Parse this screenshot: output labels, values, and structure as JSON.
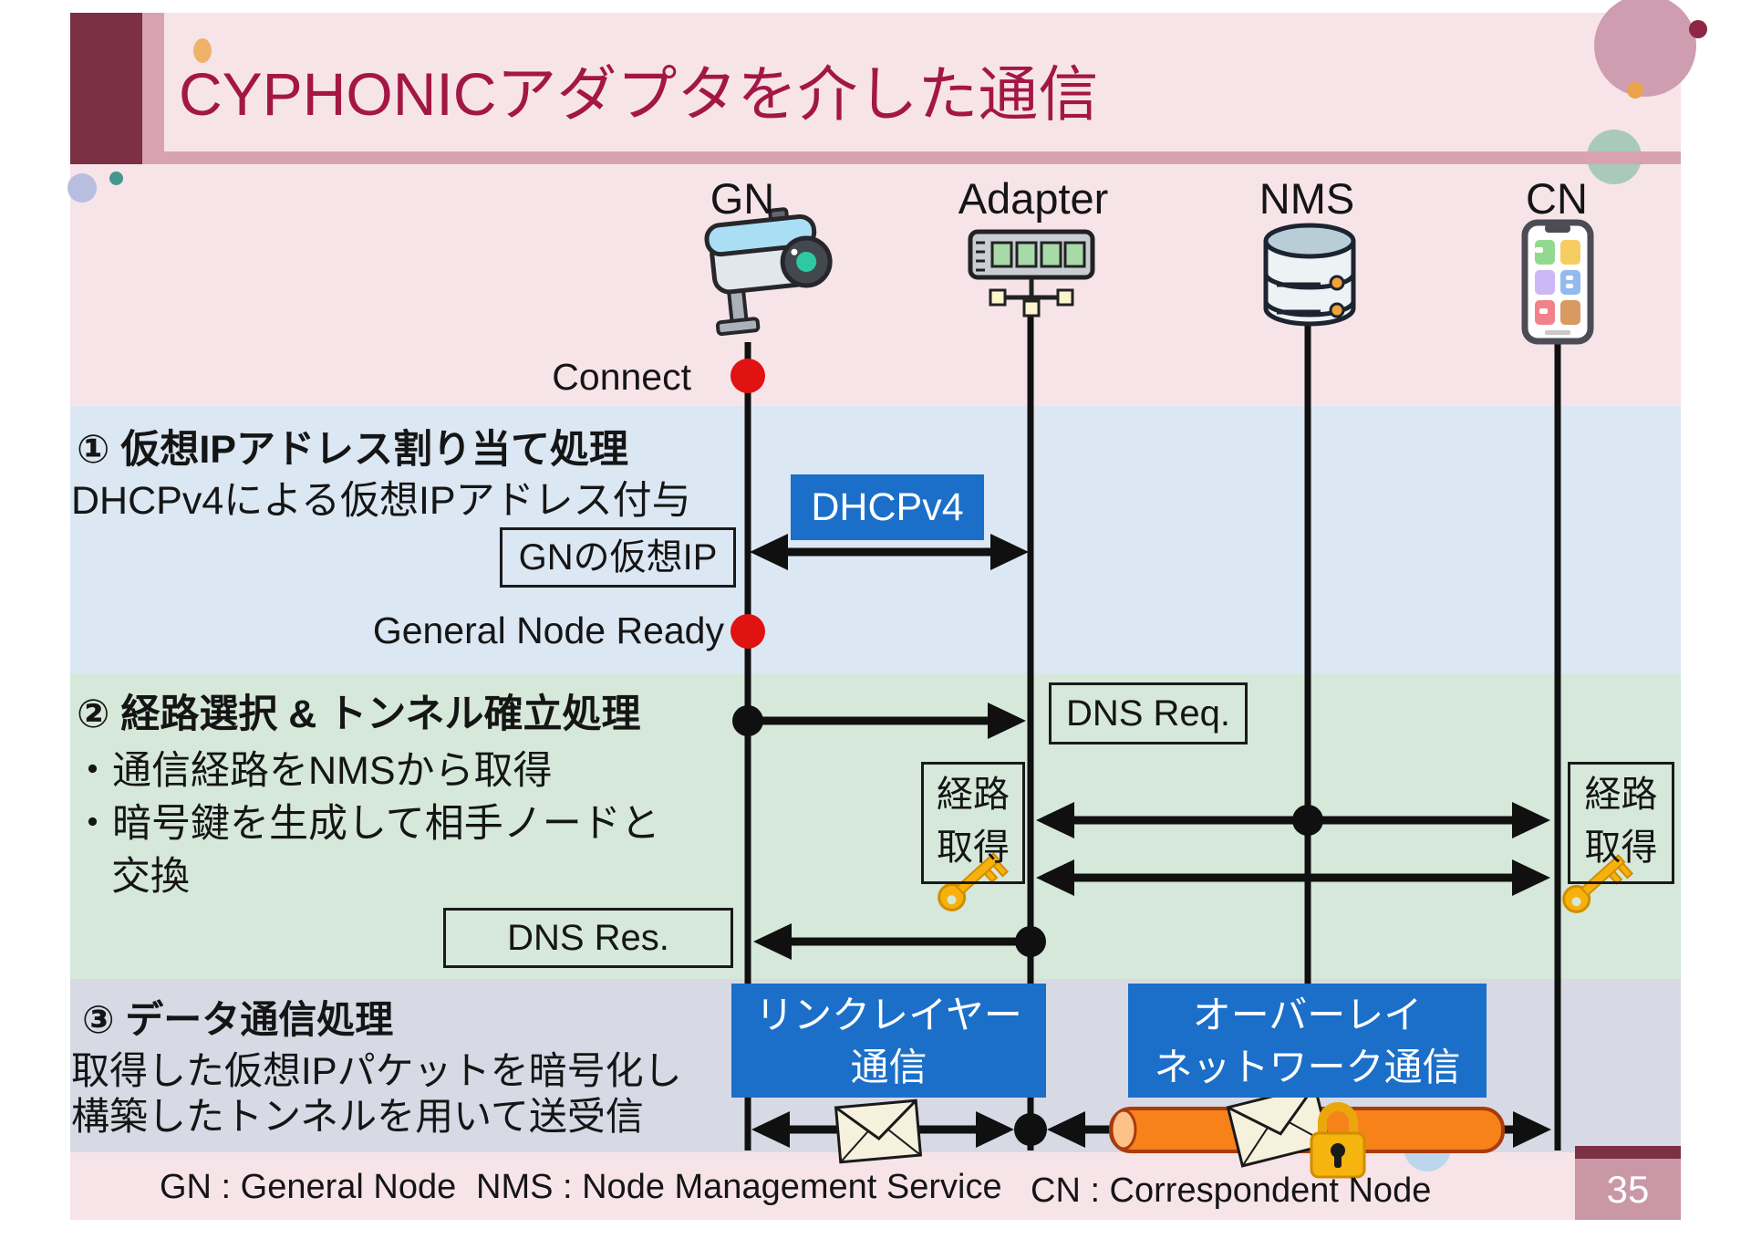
{
  "title": "CYPHONICアダプタを介した通信",
  "page_number": "35",
  "actors": {
    "gn": {
      "label": "GN",
      "icon": "security-camera-icon"
    },
    "adapter": {
      "label": "Adapter",
      "icon": "network-switch-icon"
    },
    "nms": {
      "label": "NMS",
      "icon": "database-icon"
    },
    "cn": {
      "label": "CN",
      "icon": "smartphone-icon"
    }
  },
  "annotations": {
    "connect": "Connect",
    "gn_ready": "General Node Ready"
  },
  "sections": {
    "s1": {
      "heading": "① 仮想IPアドレス割り当て処理",
      "line1": "DHCPv4による仮想IPアドレス付与"
    },
    "s2": {
      "heading": "② 経路選択 & トンネル確立処理",
      "bullet1": "・通信経路をNMSから取得",
      "bullet2": "・暗号鍵を生成して相手ノードと",
      "bullet2_cont": "交換"
    },
    "s3": {
      "heading": "③ データ通信処理",
      "line1": "取得した仮想IPパケットを暗号化し",
      "line2": "構築したトンネルを用いて送受信"
    }
  },
  "messages": {
    "dhcpv4": "DHCPv4",
    "gn_virtual_ip": "GNの仮想IP",
    "dns_req": "DNS Req.",
    "dns_res": "DNS Res.",
    "route_adapter": {
      "line1": "経路",
      "line2": "取得"
    },
    "route_cn": {
      "line1": "経路",
      "line2": "取得"
    },
    "link_layer": {
      "line1": "リンクレイヤー",
      "line2": "通信"
    },
    "overlay": {
      "line1": "オーバーレイ",
      "line2": "ネットワーク通信"
    }
  },
  "legend": {
    "gn": "GN : General Node",
    "nms": "NMS : Node Management Service",
    "cn": "CN : Correspondent Node"
  },
  "icon_names": [
    "security-camera-icon",
    "network-switch-icon",
    "database-icon",
    "smartphone-icon",
    "key-icon",
    "envelope-icon",
    "padlock-icon"
  ],
  "colors": {
    "title_text": "#a31745",
    "maroon_block": "#7b3044",
    "pink_stripe": "#d9a2b1",
    "band_header": "#f7e4e9",
    "band_step1": "#dbe7f3",
    "band_step2": "#d5e8da",
    "band_step3": "#d7dae5",
    "band_legend": "#f7e4e9",
    "message_blue": "#1b6fc8",
    "event_red": "#e01212",
    "tunnel_orange": "#f8821a",
    "page_tab": "#c997a5"
  }
}
